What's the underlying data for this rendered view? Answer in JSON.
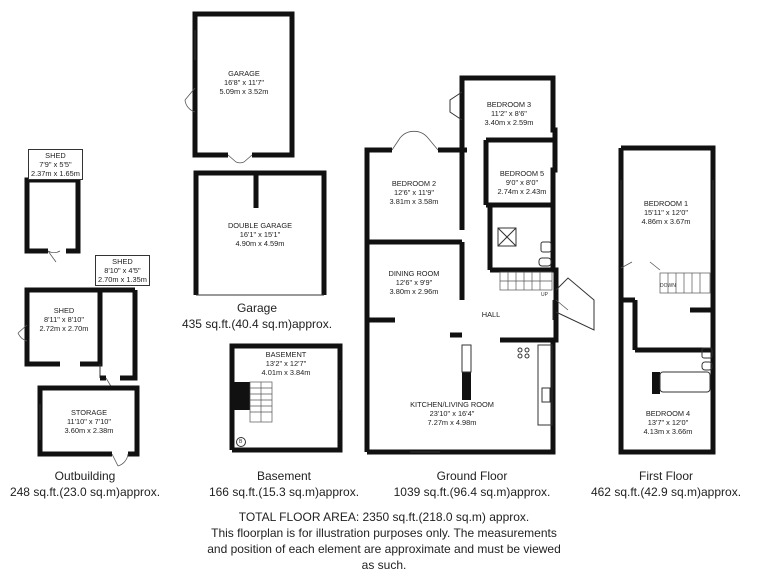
{
  "rooms": {
    "shed_small": {
      "name": "SHED",
      "imperial": "7'9\" x 5'5\"",
      "metric": "2.37m x 1.65m"
    },
    "shed_right": {
      "name": "SHED",
      "imperial": "8'10\" x 4'5\"",
      "metric": "2.70m x 1.35m"
    },
    "shed_left": {
      "name": "SHED",
      "imperial": "8'11\" x 8'10\"",
      "metric": "2.72m x 2.70m"
    },
    "storage": {
      "name": "STORAGE",
      "imperial": "11'10\" x 7'10\"",
      "metric": "3.60m x 2.38m"
    },
    "garage": {
      "name": "GARAGE",
      "imperial": "16'8\" x 11'7\"",
      "metric": "5.09m x 3.52m"
    },
    "double_garage": {
      "name": "DOUBLE GARAGE",
      "imperial": "16'1\" x 15'1\"",
      "metric": "4.90m x 4.59m"
    },
    "basement": {
      "name": "BASEMENT",
      "imperial": "13'2\" x 12'7\"",
      "metric": "4.01m x 3.84m"
    },
    "bedroom3": {
      "name": "BEDROOM 3",
      "imperial": "11'2\" x 8'6\"",
      "metric": "3.40m x 2.59m"
    },
    "bedroom2": {
      "name": "BEDROOM 2",
      "imperial": "12'6\" x 11'9\"",
      "metric": "3.81m x 3.58m"
    },
    "bedroom5": {
      "name": "BEDROOM 5",
      "imperial": "9'0\" x 8'0\"",
      "metric": "2.74m x 2.43m"
    },
    "dining": {
      "name": "DINING ROOM",
      "imperial": "12'6\" x 9'9\"",
      "metric": "3.80m x 2.96m"
    },
    "hall": {
      "name": "HALL"
    },
    "kitchen": {
      "name": "KITCHEN/LIVING ROOM",
      "imperial": "23'10\" x 16'4\"",
      "metric": "7.27m x 4.98m"
    },
    "bedroom1": {
      "name": "BEDROOM 1",
      "imperial": "15'11\" x 12'0\"",
      "metric": "4.86m x 3.67m"
    },
    "bedroom4": {
      "name": "BEDROOM 4",
      "imperial": "13'7\" x 12'0\"",
      "metric": "4.13m x 3.66m"
    }
  },
  "markers": {
    "stairs_up": "UP",
    "stairs_down": "DOWN",
    "boiler": "B"
  },
  "sections": {
    "garage": {
      "title": "Garage",
      "area": "435 sq.ft.(40.4 sq.m)approx."
    },
    "outbuilding": {
      "title": "Outbuilding",
      "area": "248 sq.ft.(23.0 sq.m)approx."
    },
    "basement": {
      "title": "Basement",
      "area": "166 sq.ft.(15.3 sq.m)approx."
    },
    "ground": {
      "title": "Ground Floor",
      "area": "1039 sq.ft.(96.4 sq.m)approx."
    },
    "first": {
      "title": "First Floor",
      "area": "462 sq.ft.(42.9 sq.m)approx."
    }
  },
  "footer": {
    "total": "TOTAL FLOOR AREA: 2350 sq.ft.(218.0 sq.m) approx.",
    "line1": "This floorplan is for illustration purposes only. The measurements",
    "line2": "and position of each element are approximate and must be viewed",
    "line3": "as such."
  }
}
